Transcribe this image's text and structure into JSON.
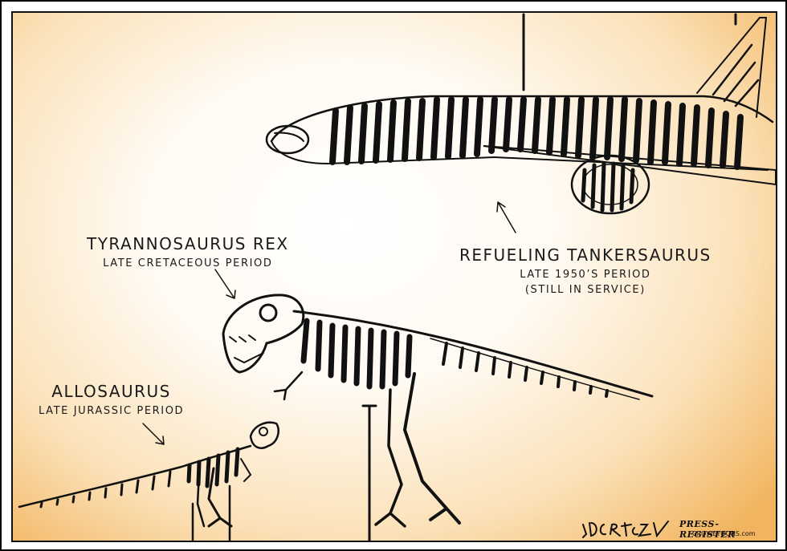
{
  "labels": {
    "trex": {
      "name": "TYRANNOSAURUS REX",
      "period": "LATE CRETACEOUS PERIOD"
    },
    "allosaurus": {
      "name": "ALLOSAURUS",
      "period": "LATE JURASSIC PERIOD"
    },
    "tanker": {
      "name": "REFUELING TANKERSAURUS",
      "period": "LATE 1950’S PERIOD",
      "note": "(STILL IN SERVICE)"
    }
  },
  "signature": {
    "paper": "PRESS-REGISTER",
    "site": "CROWETOONS.com"
  },
  "colors": {
    "background_center": "#ffffff",
    "background_edge": "#f2b45e",
    "ink": "#111111"
  },
  "icons": [
    "tanker-aircraft-skeleton",
    "trex-skeleton",
    "allosaurus-skeleton",
    "pointer-arrow"
  ]
}
